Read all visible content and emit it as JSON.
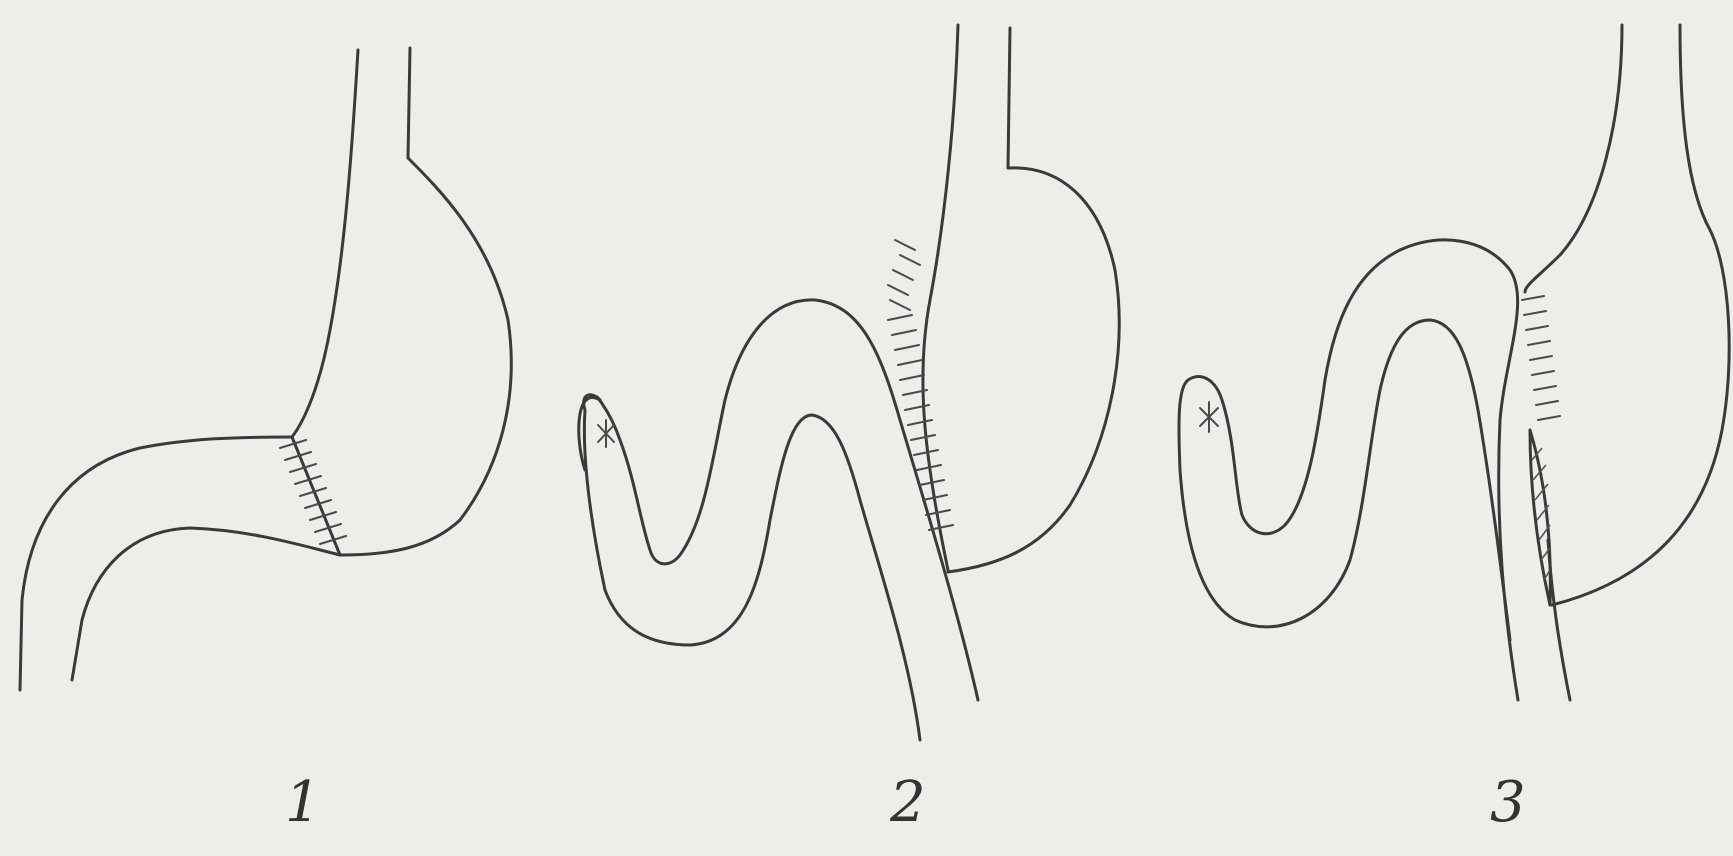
{
  "figures": [
    {
      "label": "1"
    },
    {
      "label": "2"
    },
    {
      "label": "3"
    }
  ],
  "colors": {
    "background": "#ededea",
    "line": "#3a3a3a"
  }
}
